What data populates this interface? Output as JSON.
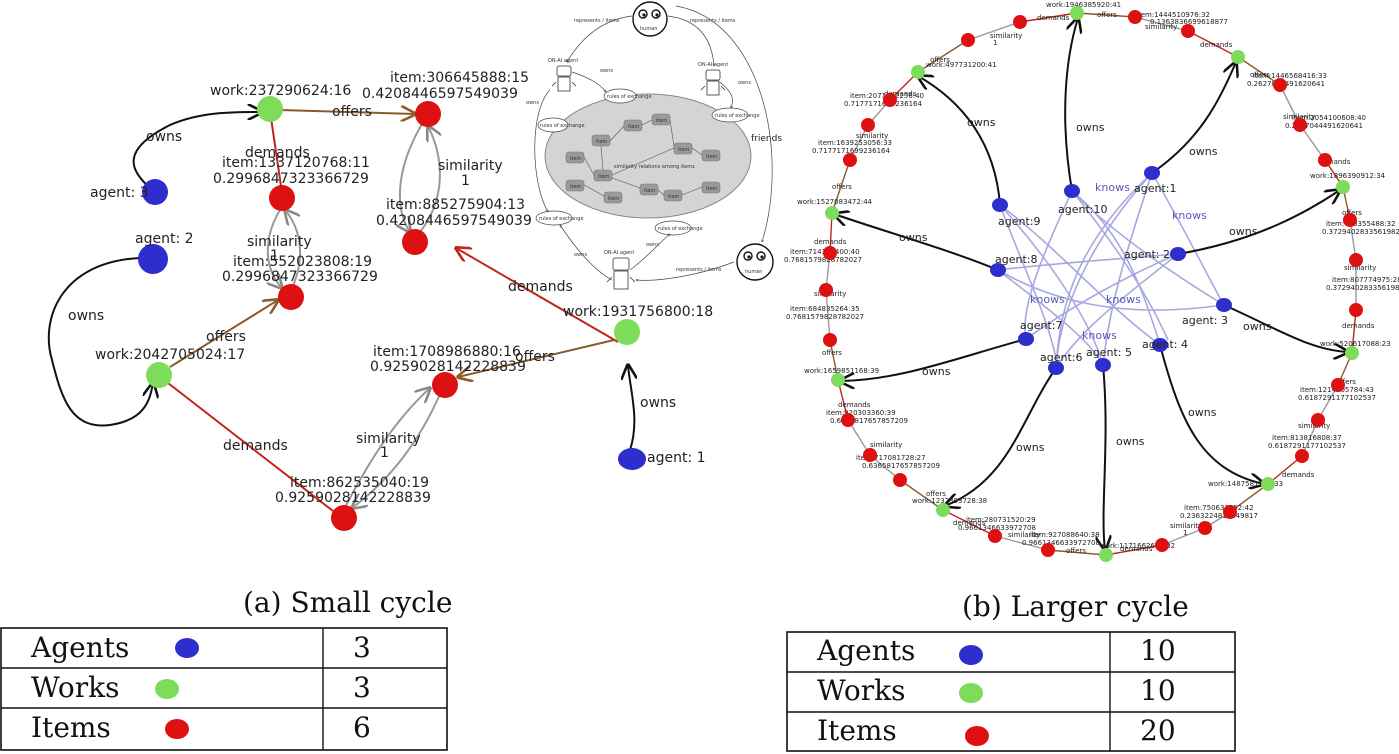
{
  "colors": {
    "agent": "#2e2ecc",
    "work": "#7ddc5a",
    "item": "#dd1111",
    "demands_edge": "#c0251a",
    "offers_edge": "#8a5a2b",
    "similarity_edge": "#999999",
    "owns_edge": "#111111",
    "knows_edge": "#a8a8e0"
  },
  "captions": {
    "a": "(a) Small cycle",
    "b": "(b) Larger cycle"
  },
  "legend_a": [
    {
      "label": "Agents",
      "type": "agent",
      "count": "3"
    },
    {
      "label": "Works",
      "type": "work",
      "count": "3"
    },
    {
      "label": "Items",
      "type": "item",
      "count": "6"
    }
  ],
  "legend_b": [
    {
      "label": "Agents",
      "type": "agent",
      "count": "10"
    },
    {
      "label": "Works",
      "type": "work",
      "count": "10"
    },
    {
      "label": "Items",
      "type": "item",
      "count": "20"
    }
  ],
  "graph_a": {
    "nodes": [
      {
        "id": "ag3",
        "type": "agent",
        "label": "agent: 3"
      },
      {
        "id": "ag2",
        "type": "agent",
        "label": "agent: 2"
      },
      {
        "id": "ag1",
        "type": "agent",
        "label": "agent: 1"
      },
      {
        "id": "w237",
        "type": "work",
        "label": "work:237290624:16"
      },
      {
        "id": "w204",
        "type": "work",
        "label": "work:2042705024:17"
      },
      {
        "id": "w193",
        "type": "work",
        "label": "work:1931756800:18"
      },
      {
        "id": "i306",
        "type": "item",
        "label": "item:306645888:15",
        "value": "0.4208446597549039"
      },
      {
        "id": "i885",
        "type": "item",
        "label": "item:885275904:13",
        "value": "0.4208446597549039"
      },
      {
        "id": "i133",
        "type": "item",
        "label": "item:1337120768:11",
        "value": "0.2996847323366729"
      },
      {
        "id": "i552",
        "type": "item",
        "label": "item:552023808:19",
        "value": "0.2996847323366729"
      },
      {
        "id": "i170",
        "type": "item",
        "label": "item:1708986880:16",
        "value": "0.9259028142228839"
      },
      {
        "id": "i862",
        "type": "item",
        "label": "item:862535040:19",
        "value": "0.9259028142228839"
      }
    ],
    "edge_labels": {
      "owns": "owns",
      "offers": "offers",
      "demands": "demands",
      "similarity": "similarity",
      "similarity_value": "1"
    }
  },
  "inset": {
    "labels": {
      "human": "human",
      "on_ai_agent": "ON-AI agent",
      "represents_items": "represents / items",
      "owns": "owns",
      "friends": "friends",
      "rules_of_exchange": "rules of exchange",
      "item": "item",
      "similarity_relations": "similarity relations among items"
    }
  },
  "graph_b": {
    "ring_labels": [
      "work:1946385920:41",
      "item:1444510976:32",
      "0.1363836699618877",
      "work:497731200:41",
      "item:1446568416:33",
      "0.2627044491620641",
      "item:2071952256:40",
      "0.7177171699236164",
      "item:2054100608:40",
      "0.2627044491620641",
      "item:1639253056:33",
      "0.7177171699236164",
      "work:1896390912:34",
      "work:1527083472:44",
      "item:448355488:32",
      "0.3729402833561982",
      "item:714398400:40",
      "0.7681579828782027",
      "item:807774975:28",
      "0.3729402833561982",
      "item:684835264:35",
      "0.7681579828782027",
      "work:520617088:23",
      "work:1659851168:39",
      "item:1214805784:43",
      "0.6187291177102537",
      "item:920303360:39",
      "0.6365817657857209",
      "item:813816808:37",
      "0.6187291177102537",
      "item:717081728:27",
      "0.6365817657857209",
      "work:1487581952:33",
      "work:1232393728:38",
      "item:750631552:42",
      "0.2363224812849817",
      "item:280731520:29",
      "0.9661346633972708",
      "item:927088640:38",
      "0.9661346633972708",
      "work:1171662656:32"
    ],
    "agents": [
      "agent:1",
      "agent: 2",
      "agent: 3",
      "agent: 4",
      "agent: 5",
      "agent:6",
      "agent:7",
      "agent:8",
      "agent:9",
      "agent:10"
    ],
    "edge_labels": {
      "owns": "owns",
      "knows": "knows",
      "offers": "offers",
      "demands": "demands",
      "similarity": "similarity",
      "similarity_value": "1"
    }
  }
}
